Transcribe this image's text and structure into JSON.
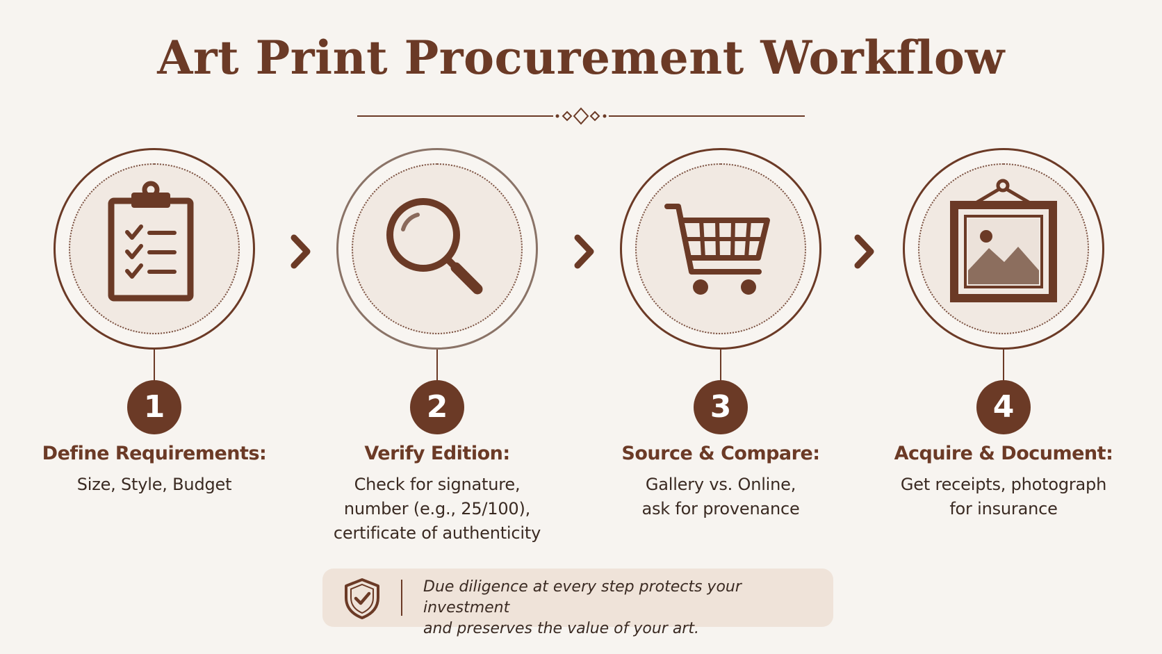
{
  "title": "Art Print Procurement Workflow",
  "colors": {
    "primary": "#6b3a26",
    "background": "#f7f4f0",
    "circle_fill": "#f1e9e2",
    "footer_fill": "#efe3d9"
  },
  "steps": [
    {
      "number": "1",
      "icon": "clipboard-checklist-icon",
      "title": "Define Requirements:",
      "lines": [
        "Size, Style, Budget"
      ]
    },
    {
      "number": "2",
      "icon": "magnifying-glass-icon",
      "title": "Verify Edition:",
      "lines": [
        "Check for signature,",
        "number (e.g., 25/100),",
        "certificate of authenticity"
      ]
    },
    {
      "number": "3",
      "icon": "shopping-cart-icon",
      "title": "Source & Compare:",
      "lines": [
        "Gallery vs. Online,",
        "ask for provenance"
      ]
    },
    {
      "number": "4",
      "icon": "framed-picture-icon",
      "title": "Acquire & Document:",
      "lines": [
        "Get receipts, photograph",
        "for insurance"
      ]
    }
  ],
  "footer": {
    "icon": "shield-check-icon",
    "lines": [
      "Due diligence at every step protects your investment",
      "and preserves the value of your art."
    ]
  }
}
